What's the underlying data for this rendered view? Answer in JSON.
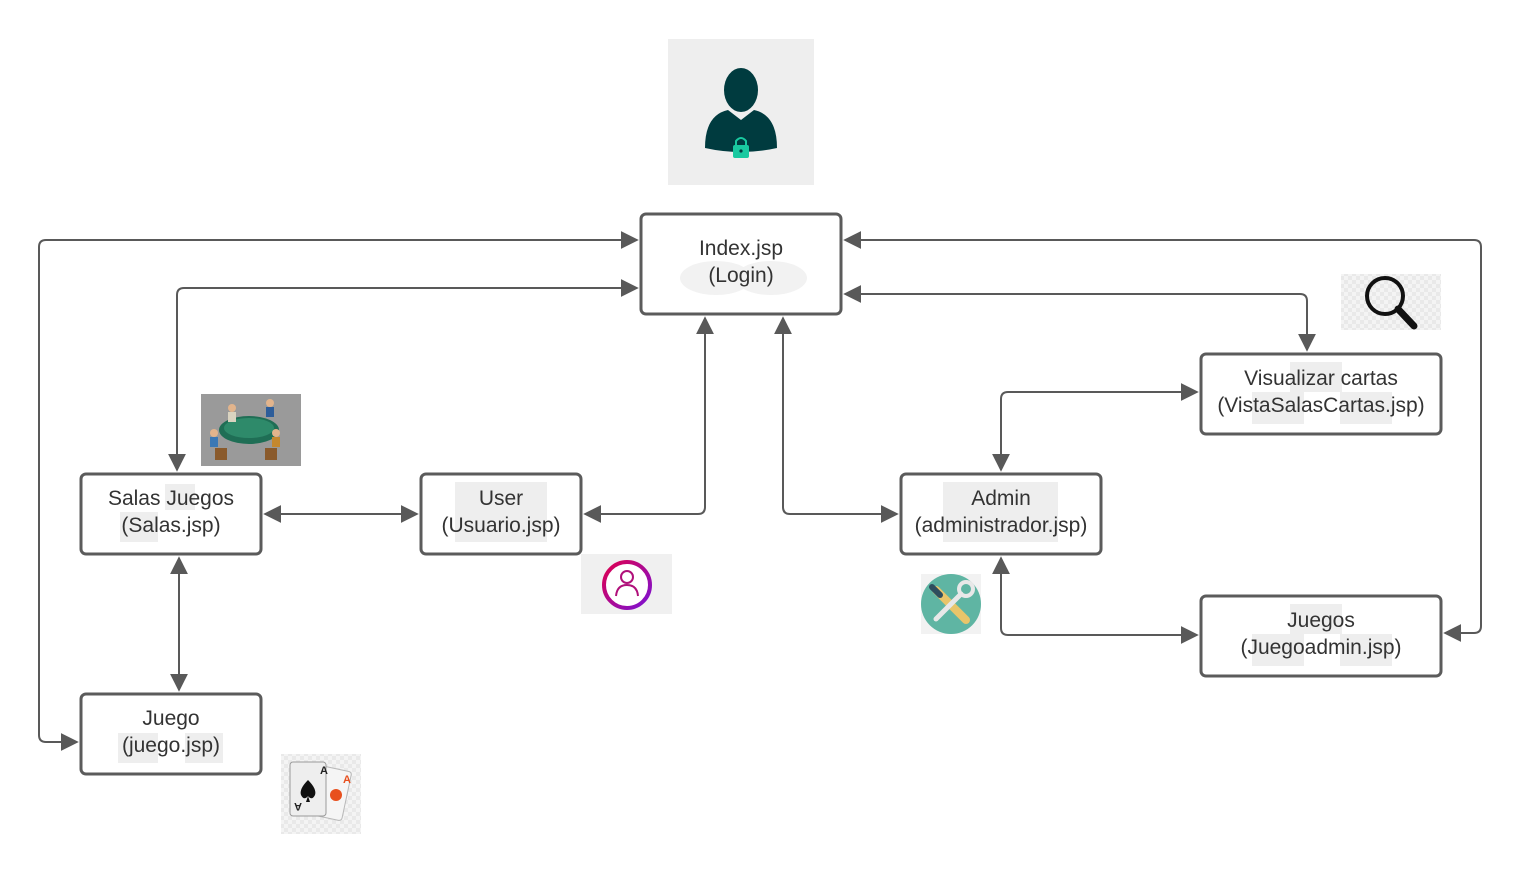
{
  "nodes": {
    "index": {
      "line1": "Index.jsp",
      "line2": "(Login)"
    },
    "salas": {
      "line1": "Salas Juegos",
      "line2": "(Salas.jsp)"
    },
    "user": {
      "line1": "User",
      "line2": "(Usuario.jsp)"
    },
    "juego": {
      "line1": "Juego",
      "line2": "(juego.jsp)"
    },
    "admin": {
      "line1": "Admin",
      "line2": "(administrador.jsp)"
    },
    "visualizar": {
      "line1": "Visualizar cartas",
      "line2": "(VistaSalasCartas.jsp)"
    },
    "juegos_admin": {
      "line1": "Juegos",
      "line2": "(Juegoadmin.jsp)"
    }
  },
  "icons": {
    "login": "user-lock-icon",
    "salas": "game-table-icon",
    "user": "user-circle-icon",
    "juego": "playing-cards-icon",
    "admin": "tools-icon",
    "visualizar": "magnifier-icon"
  },
  "colors": {
    "box_border": "#5b5b5b",
    "edge": "#595959",
    "user_icon_dark": "#003b3f",
    "lock_accent": "#19c9a0",
    "user_ring_start": "#e0004d",
    "user_ring_end": "#7a12d6",
    "tools_bg": "#5fb5a3"
  }
}
